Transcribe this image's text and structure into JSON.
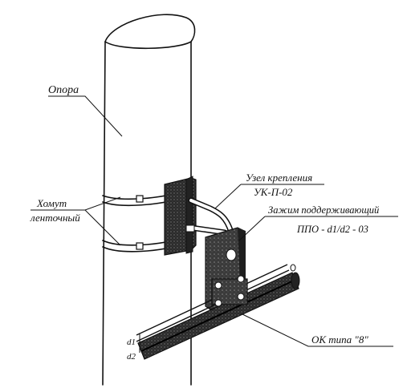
{
  "labels": {
    "pole": "Опора",
    "band_clamp_line1": "Хомут",
    "band_clamp_line2": "ленточный",
    "mount_node_line1": "Узел крепления",
    "mount_node_line2": "УК-П-02",
    "support_clamp_line1": "Зажим поддерживающий",
    "support_clamp_code": "ППО - d1/d2 - 03",
    "cable": "ОК типа \"8\"",
    "d1": "d1",
    "d2": "d2"
  }
}
